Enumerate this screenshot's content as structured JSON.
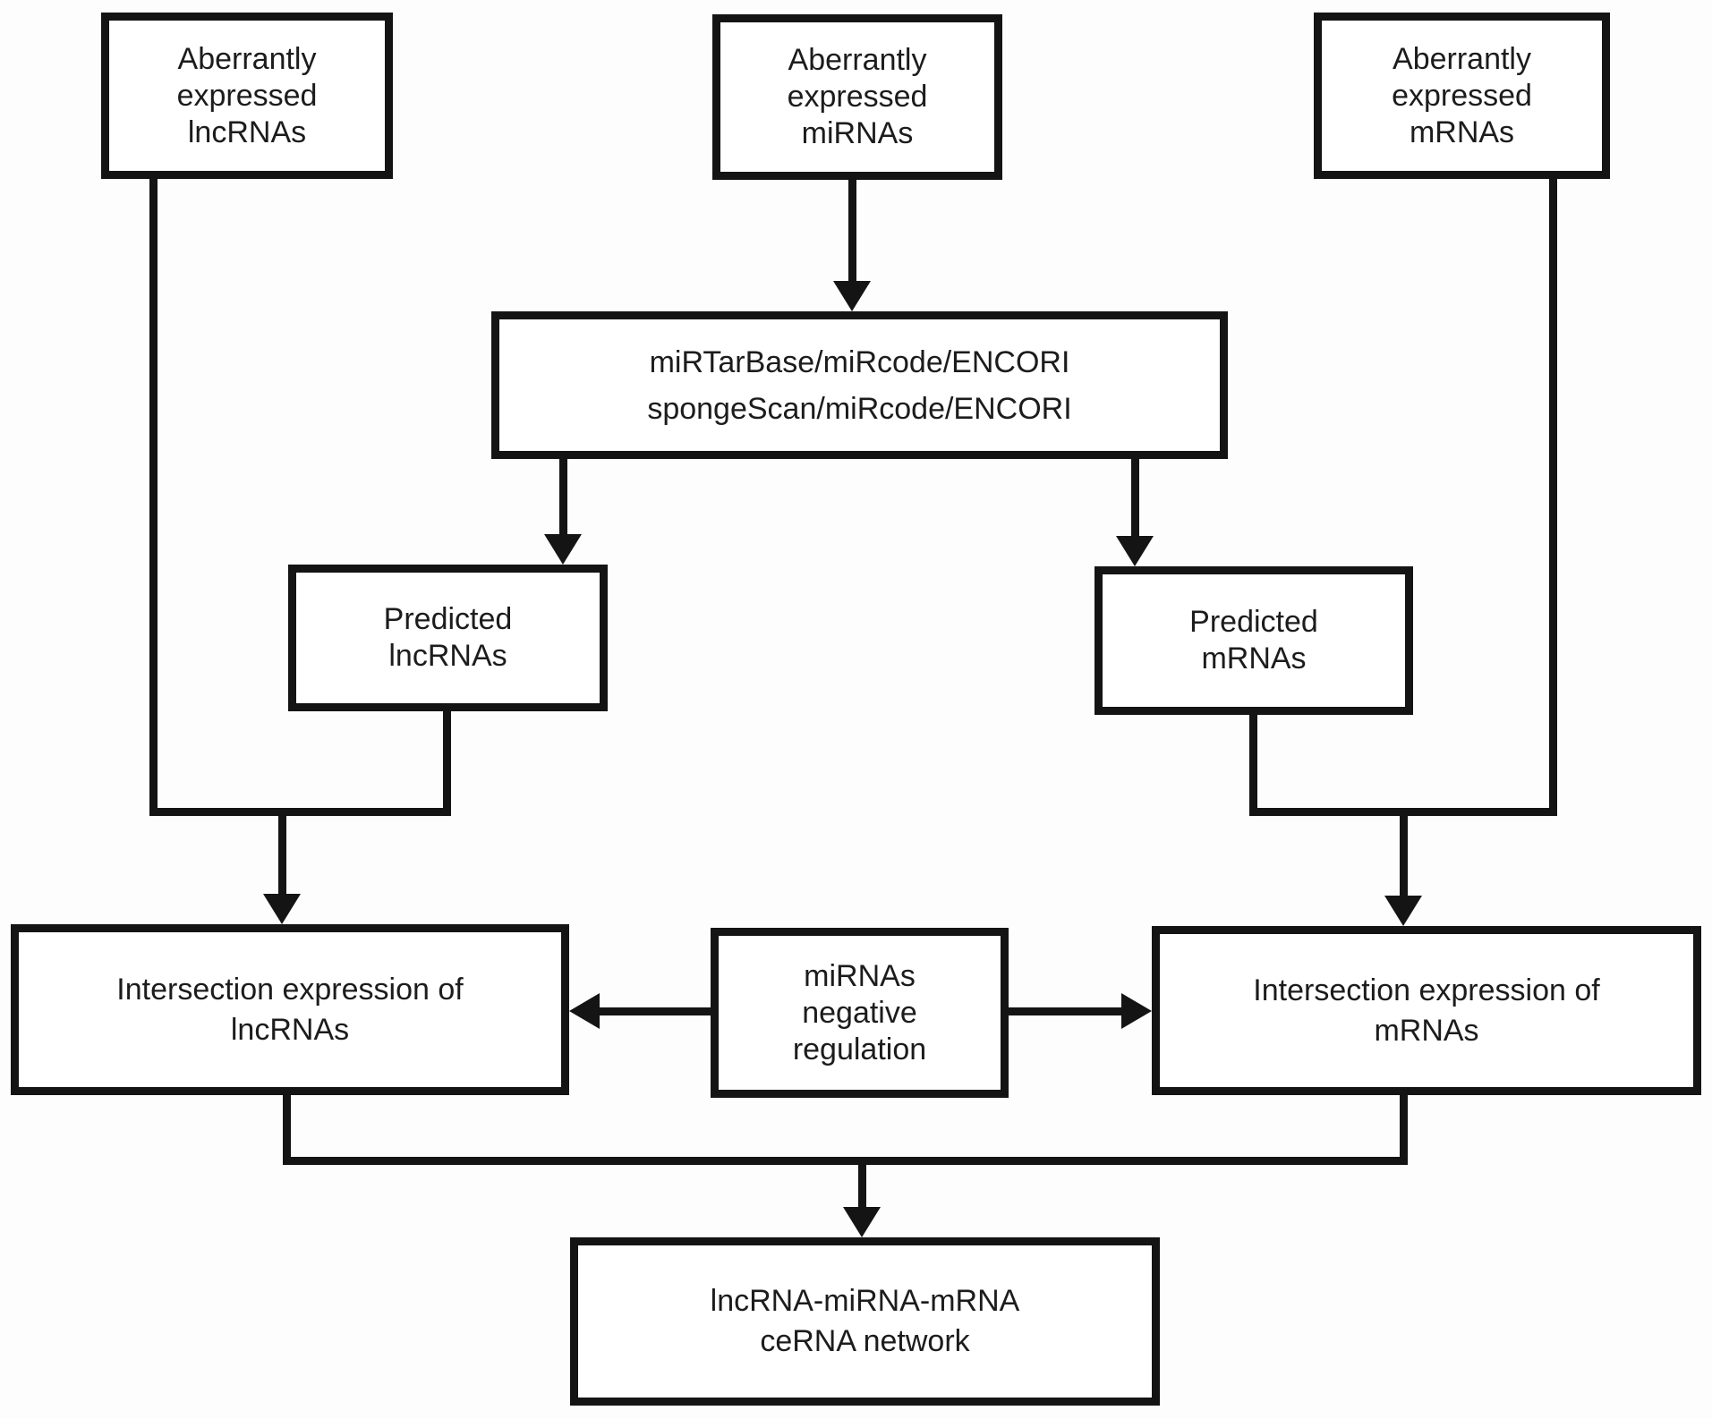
{
  "nodes": {
    "aberrant_lncrnas": {
      "lines": [
        "Aberrantly",
        "expressed",
        "lncRNAs"
      ]
    },
    "aberrant_mirnas": {
      "lines": [
        "Aberrantly",
        "expressed",
        "miRNAs"
      ]
    },
    "aberrant_mrnas": {
      "lines": [
        "Aberrantly",
        "expressed",
        "mRNAs"
      ]
    },
    "databases": {
      "lines": [
        "miRTarBase/miRcode/ENCORI",
        "spongeScan/miRcode/ENCORI"
      ]
    },
    "predicted_lncrnas": {
      "lines": [
        "Predicted",
        "lncRNAs"
      ]
    },
    "predicted_mrnas": {
      "lines": [
        "Predicted",
        "mRNAs"
      ]
    },
    "intersection_lncrnas": {
      "lines": [
        "Intersection expression of",
        "lncRNAs"
      ]
    },
    "mirnas_negative_regulation": {
      "lines": [
        "miRNAs",
        "negative",
        "regulation"
      ]
    },
    "intersection_mrnas": {
      "lines": [
        "Intersection expression of",
        "mRNAs"
      ]
    },
    "cerna_network": {
      "lines": [
        "lncRNA-miRNA-mRNA",
        "ceRNA network"
      ]
    }
  },
  "edges": [
    {
      "from": "aberrant_mirnas",
      "to": "databases",
      "arrow": true
    },
    {
      "from": "databases",
      "to": "predicted_lncrnas",
      "arrow": true
    },
    {
      "from": "databases",
      "to": "predicted_mrnas",
      "arrow": true
    },
    {
      "from": "aberrant_lncrnas + predicted_lncrnas",
      "to": "intersection_lncrnas",
      "arrow": true
    },
    {
      "from": "aberrant_mrnas + predicted_mrnas",
      "to": "intersection_mrnas",
      "arrow": true
    },
    {
      "from": "mirnas_negative_regulation",
      "to": "intersection_lncrnas",
      "arrow": true
    },
    {
      "from": "mirnas_negative_regulation",
      "to": "intersection_mrnas",
      "arrow": true
    },
    {
      "from": "intersection_lncrnas + intersection_mrnas",
      "to": "cerna_network",
      "arrow": true
    }
  ],
  "colors": {
    "ink": "#141414",
    "box_background": "#ffffff",
    "page_background": "#fdfdfd",
    "text": "#1c1c1c"
  }
}
